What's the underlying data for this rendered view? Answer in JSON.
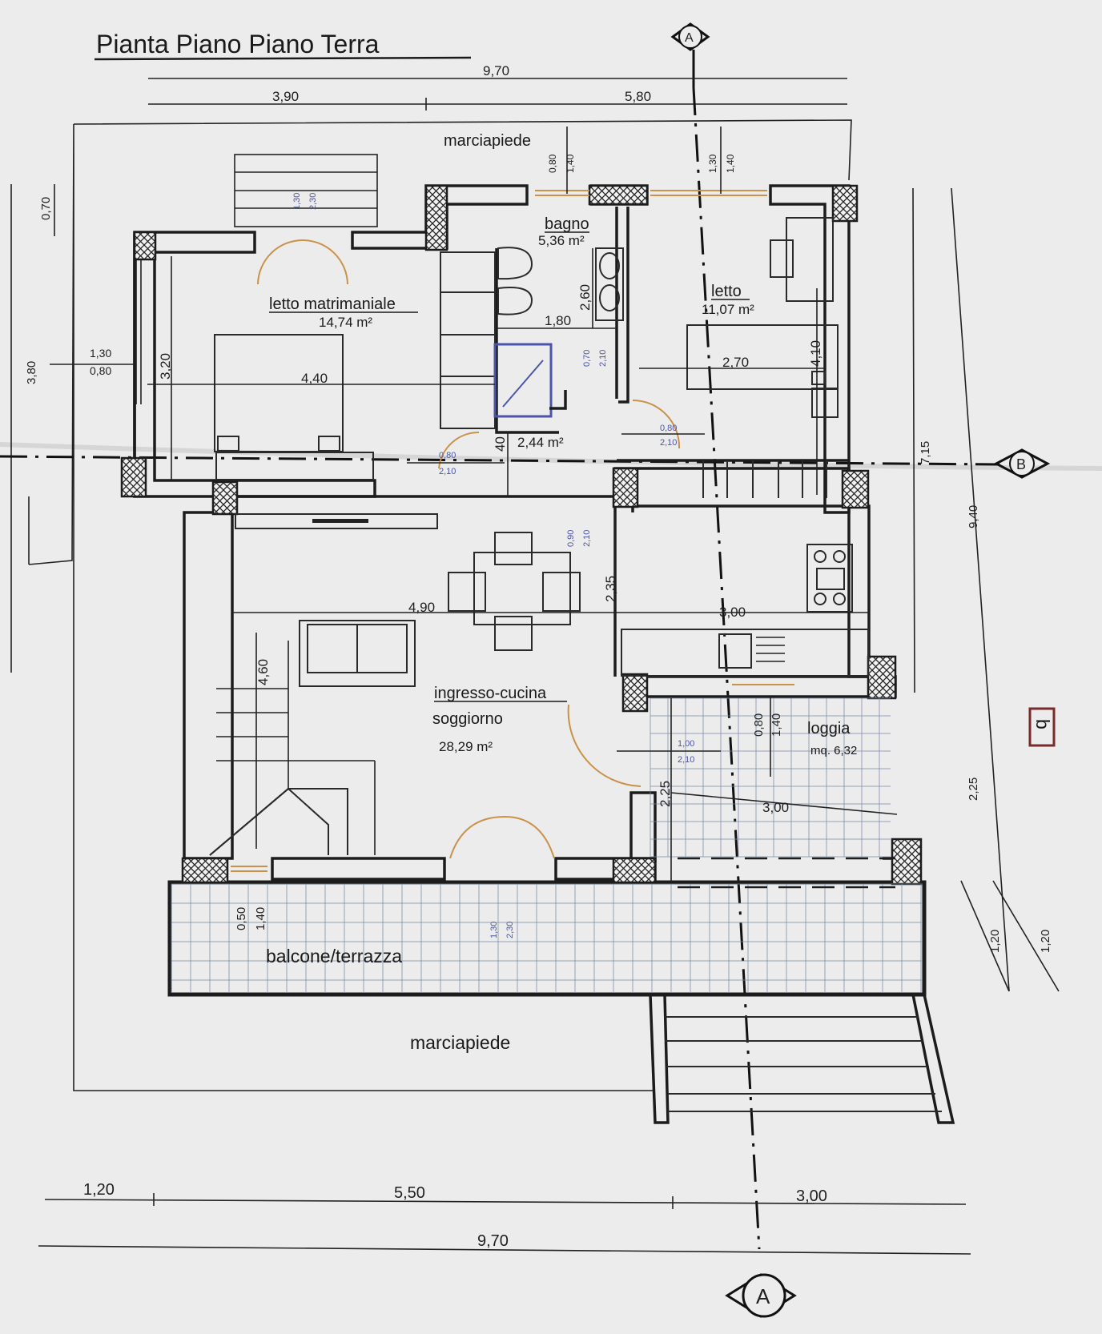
{
  "title": "Pianta Piano Piano Terra",
  "section_marks": {
    "a_top": "A",
    "a_bottom": "A",
    "b_right": "B",
    "side_stamp": "b"
  },
  "dimensions": {
    "top_total": "9,70",
    "top_left": "3,90",
    "top_right": "5,80",
    "left_070": "0,70",
    "left_380": "3,80",
    "right_715": "7,15",
    "right_940": "9,40",
    "right_225": "2,25",
    "right_120a": "1,20",
    "right_120b": "1,20",
    "bottom_120": "1,20",
    "bottom_550": "5,50",
    "bottom_300": "3,00",
    "bottom_total": "9,70",
    "bed_width": "4,40",
    "bed_height": "3,20",
    "window_left_h": "1,30",
    "window_left_s": "0,80",
    "bath_width": "1,80",
    "bath_height": "2,60",
    "bedroom2_width": "2,70",
    "bedroom2_height": "4,10",
    "living_width": "4,90",
    "kitchen_width": "3,00",
    "living_height": "2,35",
    "stair_height": "4,60",
    "loggia_width": "3,00",
    "loggia_height": "2,25",
    "hall_40": "40",
    "win_top1_a": "0,80",
    "win_top1_b": "1,40",
    "win_top2_a": "1,30",
    "win_top2_b": "1,40",
    "win_loggia_a": "0,80",
    "win_loggia_b": "1,40",
    "win_balcony_a": "0,50",
    "win_balcony_b": "1,40"
  },
  "blue_labels": {
    "bed_win_a": "1,30",
    "bed_win_b": "2,30",
    "bath_door_a": "0,70",
    "bath_door_b": "2,10",
    "bed2_door_a": "0,80",
    "bed2_door_b": "2,10",
    "hall_door_a": "0,80",
    "hall_door_b": "2,10",
    "kit_door_a": "0,90",
    "kit_door_b": "2,10",
    "loggia_door_a": "1,00",
    "loggia_door_b": "2,10",
    "main_door_a": "1,30",
    "main_door_b": "2,30"
  },
  "rooms": {
    "master": {
      "name": "letto matrimaniale",
      "area": "14,74 m²"
    },
    "bath": {
      "name": "bagno",
      "area": "5,36 m²"
    },
    "bed2": {
      "name": "letto",
      "area": "11,07 m²"
    },
    "closet": {
      "area": "2,44 m²"
    },
    "living": {
      "name1": "ingresso-cucina",
      "name2": "soggiorno",
      "area": "28,29 m²"
    },
    "loggia": {
      "name": "loggia",
      "area": "mq. 6,32"
    }
  },
  "labels": {
    "sidewalk_top": "marciapiede",
    "sidewalk_bottom": "marciapiede",
    "balcony": "balcone/terrazza"
  }
}
